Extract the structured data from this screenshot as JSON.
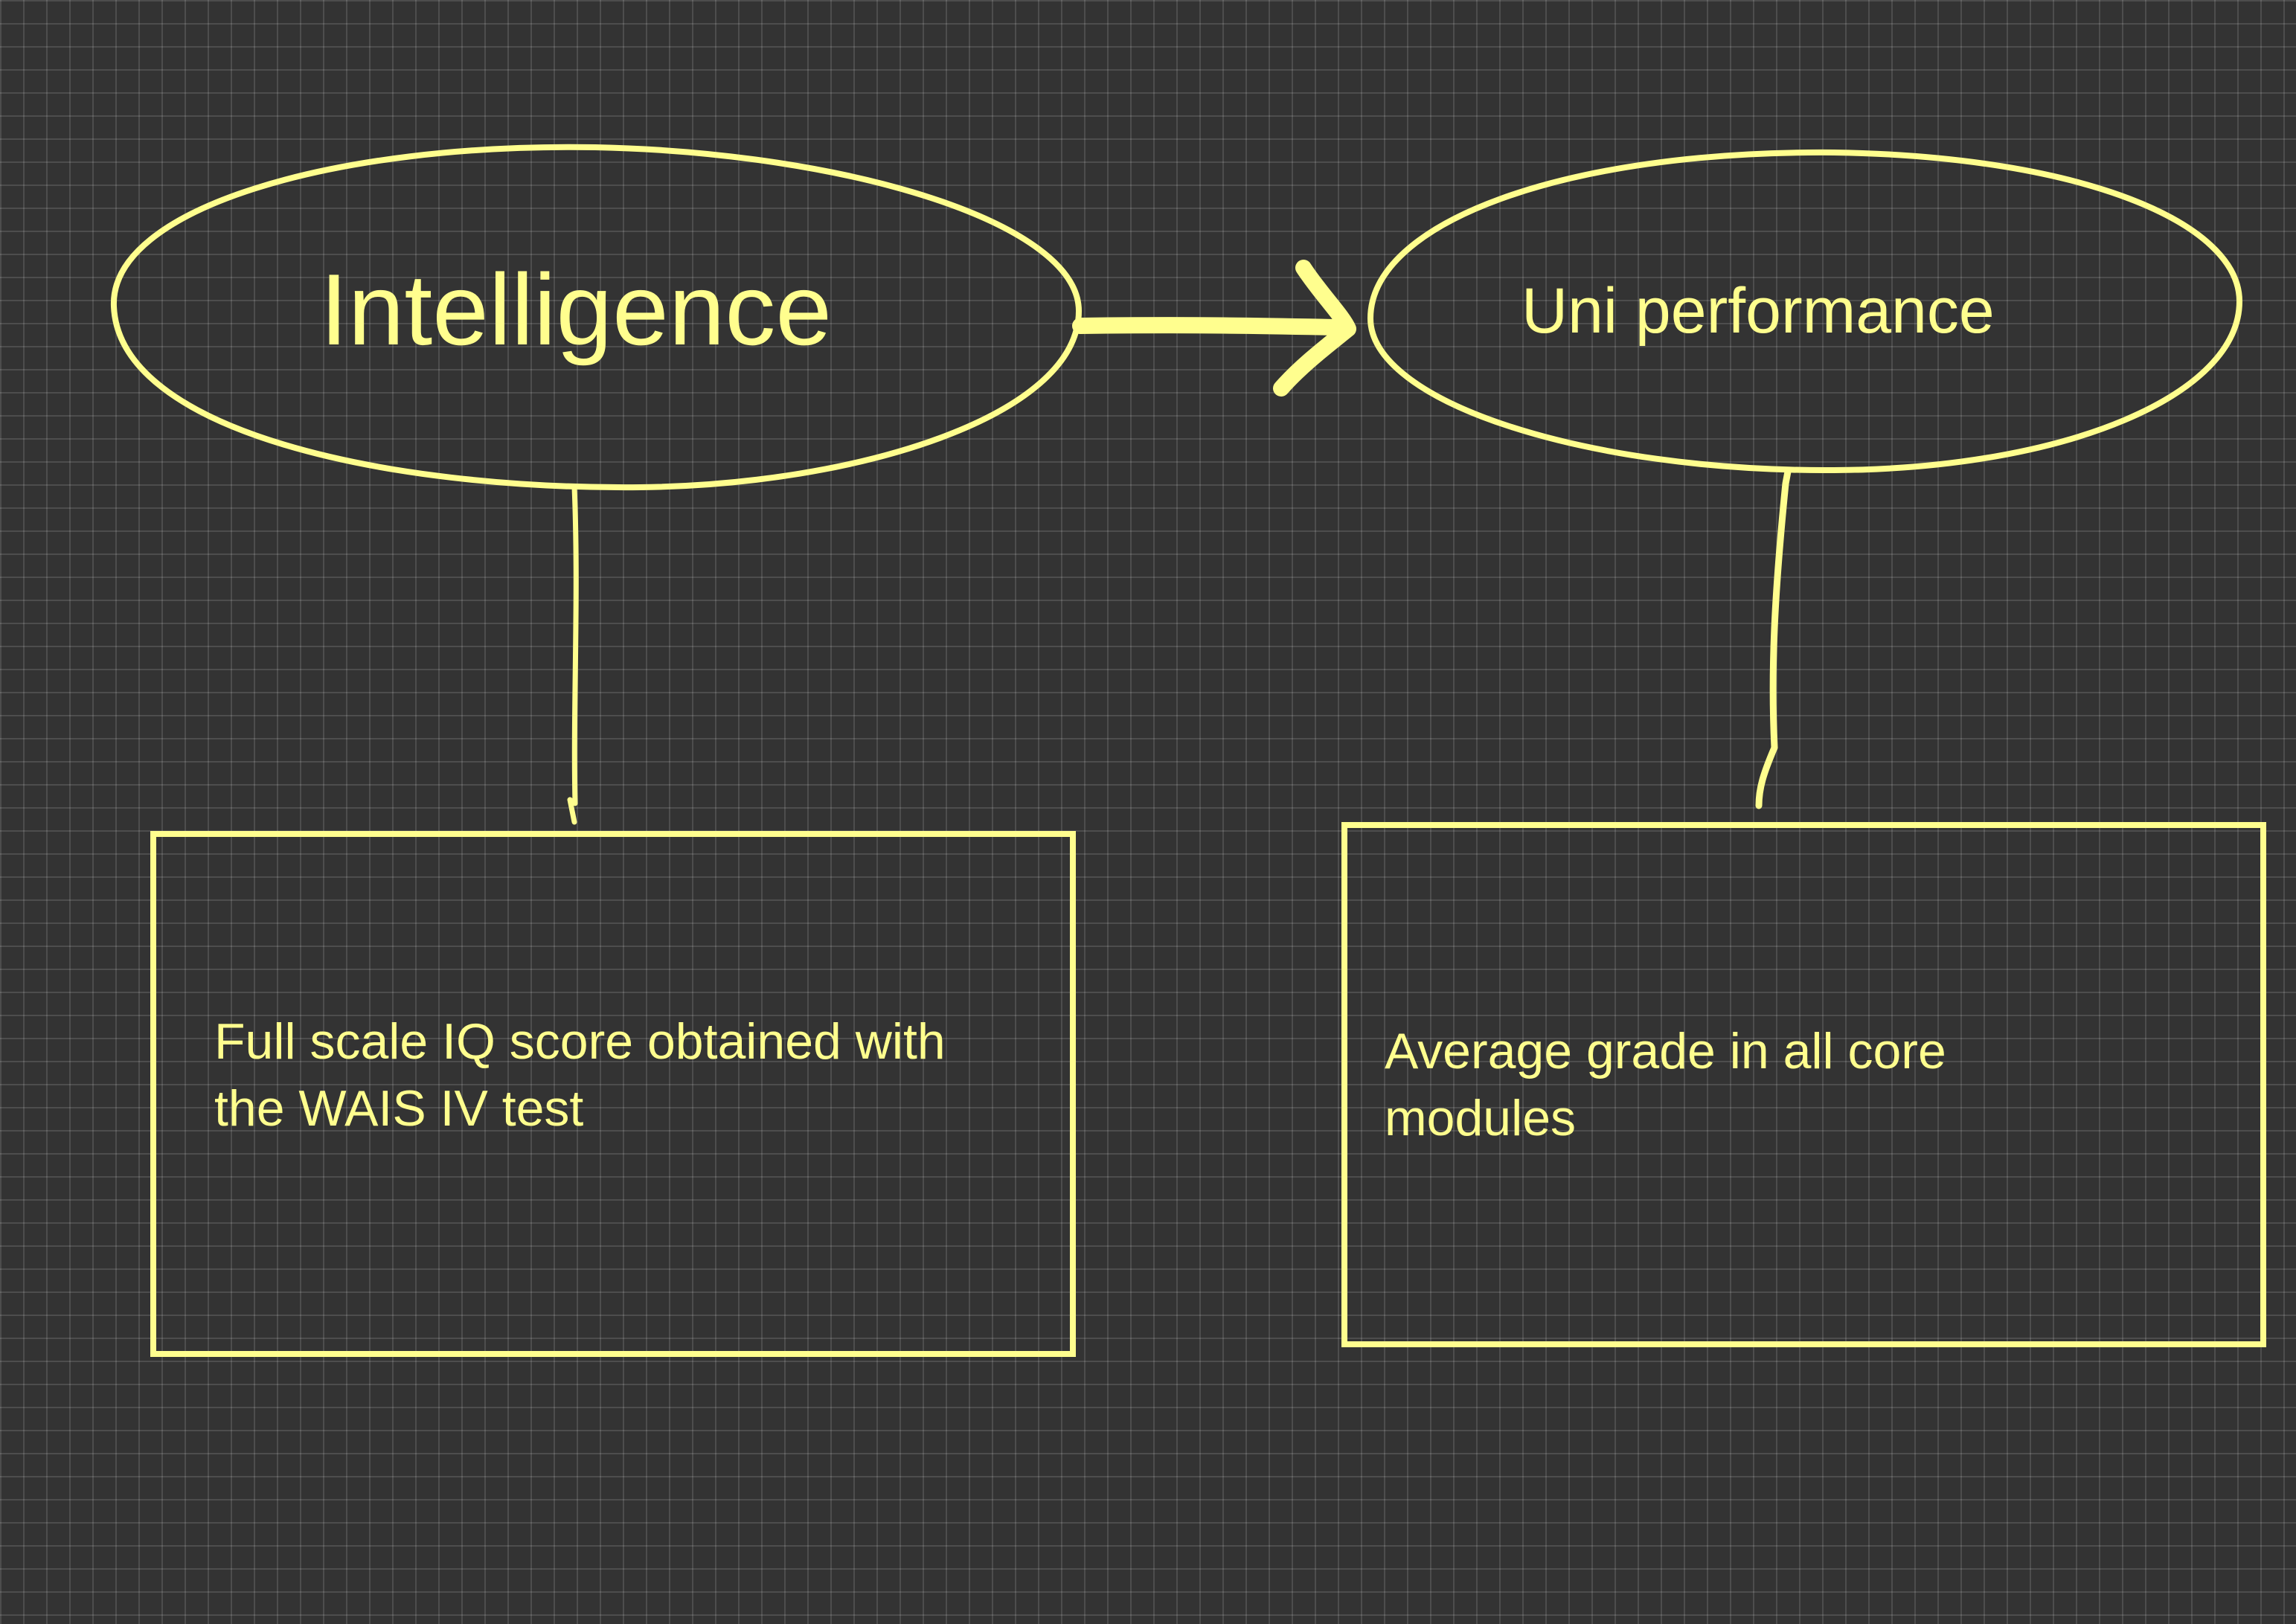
{
  "colors": {
    "background": "#333333",
    "grid": "#555555",
    "ink": "#fffe8e"
  },
  "nodes": {
    "intelligence": {
      "label": "Intelligence"
    },
    "uni_performance": {
      "label": "Uni performance"
    }
  },
  "boxes": {
    "intelligence_measure": {
      "lines": [
        "Full scale IQ score obtained with",
        "the WAIS IV test"
      ]
    },
    "uni_performance_measure": {
      "lines": [
        "Average grade in all core",
        "modules"
      ]
    }
  },
  "edges": [
    {
      "from": "Intelligence",
      "to": "Uni performance",
      "style": "arrow"
    },
    {
      "from": "Intelligence",
      "to": "Full scale IQ score obtained with the WAIS IV test",
      "style": "line"
    },
    {
      "from": "Uni performance",
      "to": "Average grade in all core modules",
      "style": "line"
    }
  ]
}
